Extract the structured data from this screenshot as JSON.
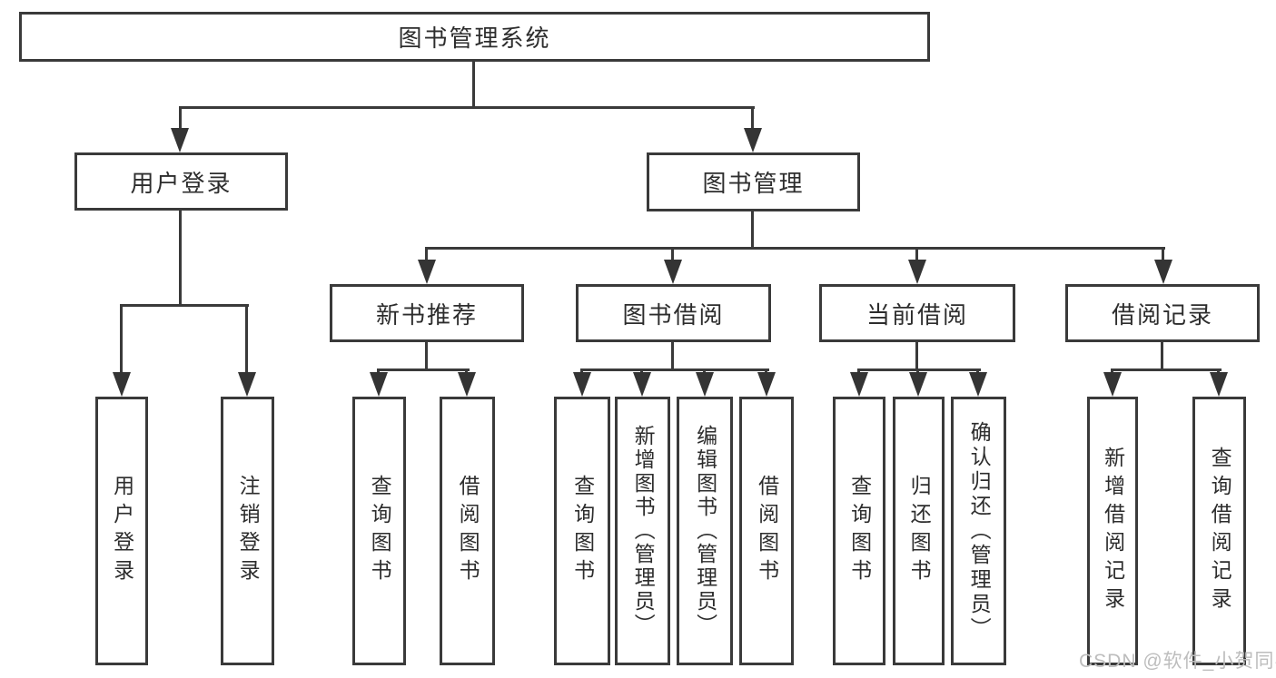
{
  "tree": {
    "root": {
      "label": "图书管理系统"
    },
    "branches": [
      {
        "label": "用户登录",
        "children": [
          {
            "label": "用户登录"
          },
          {
            "label": "注销登录"
          }
        ]
      },
      {
        "label": "图书管理",
        "children": [
          {
            "label": "新书推荐",
            "children": [
              {
                "label": "查询图书"
              },
              {
                "label": "借阅图书"
              }
            ]
          },
          {
            "label": "图书借阅",
            "children": [
              {
                "label": "查询图书"
              },
              {
                "label": "新增图书（管理员）"
              },
              {
                "label": "编辑图书（管理员）"
              },
              {
                "label": "借阅图书"
              }
            ]
          },
          {
            "label": "当前借阅",
            "children": [
              {
                "label": "查询图书"
              },
              {
                "label": "归还图书"
              },
              {
                "label": "确认归还（管理员）"
              }
            ]
          },
          {
            "label": "借阅记录",
            "children": [
              {
                "label": "新增借阅记录"
              },
              {
                "label": "查询借阅记录"
              }
            ]
          }
        ]
      }
    ]
  },
  "watermark": {
    "text": "CSDN @软件_小贺同学"
  },
  "colors": {
    "line": "#3a3a3a",
    "text": "#2d2d2d",
    "background": "#ffffff",
    "watermark": "#bdbdbd"
  }
}
